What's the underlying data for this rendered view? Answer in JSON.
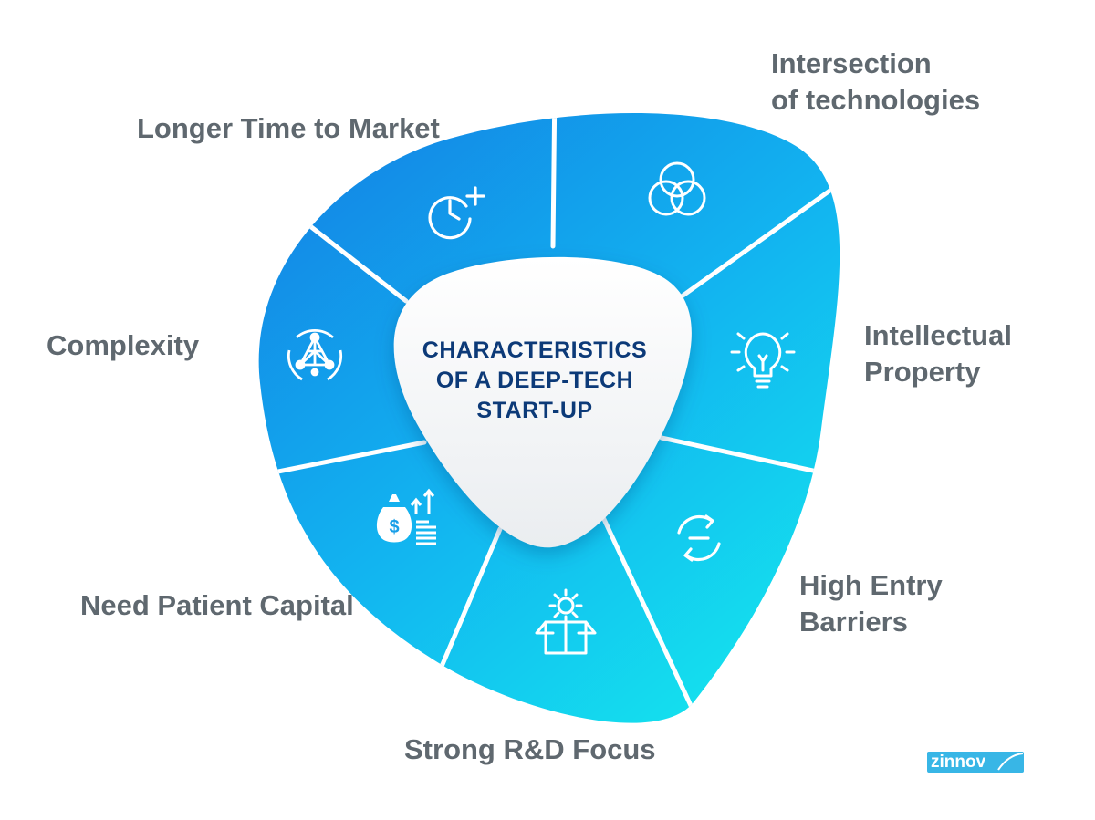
{
  "center": {
    "title_lines": [
      "CHARACTERISTICS",
      "OF A DEEP-TECH",
      "START-UP"
    ]
  },
  "segments": [
    {
      "label_lines": [
        "Longer Time to Market"
      ],
      "icon": "clock-plus-icon"
    },
    {
      "label_lines": [
        "Intersection",
        "of technologies"
      ],
      "icon": "overlapping-circles-icon"
    },
    {
      "label_lines": [
        "Intellectual",
        "Property"
      ],
      "icon": "lightbulb-icon"
    },
    {
      "label_lines": [
        "High Entry",
        "Barriers"
      ],
      "icon": "no-entry-cycle-icon"
    },
    {
      "label_lines": [
        "Strong R&D Focus"
      ],
      "icon": "gear-box-icon"
    },
    {
      "label_lines": [
        "Need Patient Capital"
      ],
      "icon": "money-bag-growth-icon"
    },
    {
      "label_lines": [
        "Complexity"
      ],
      "icon": "network-globe-icon"
    }
  ],
  "brand": {
    "name": "zinnov"
  },
  "colors": {
    "ring_start": "#1389e6",
    "ring_end": "#13d9ee",
    "label_text": "#5f686f",
    "center_text": "#0c3a78",
    "brand_bg": "#38b6e6"
  }
}
